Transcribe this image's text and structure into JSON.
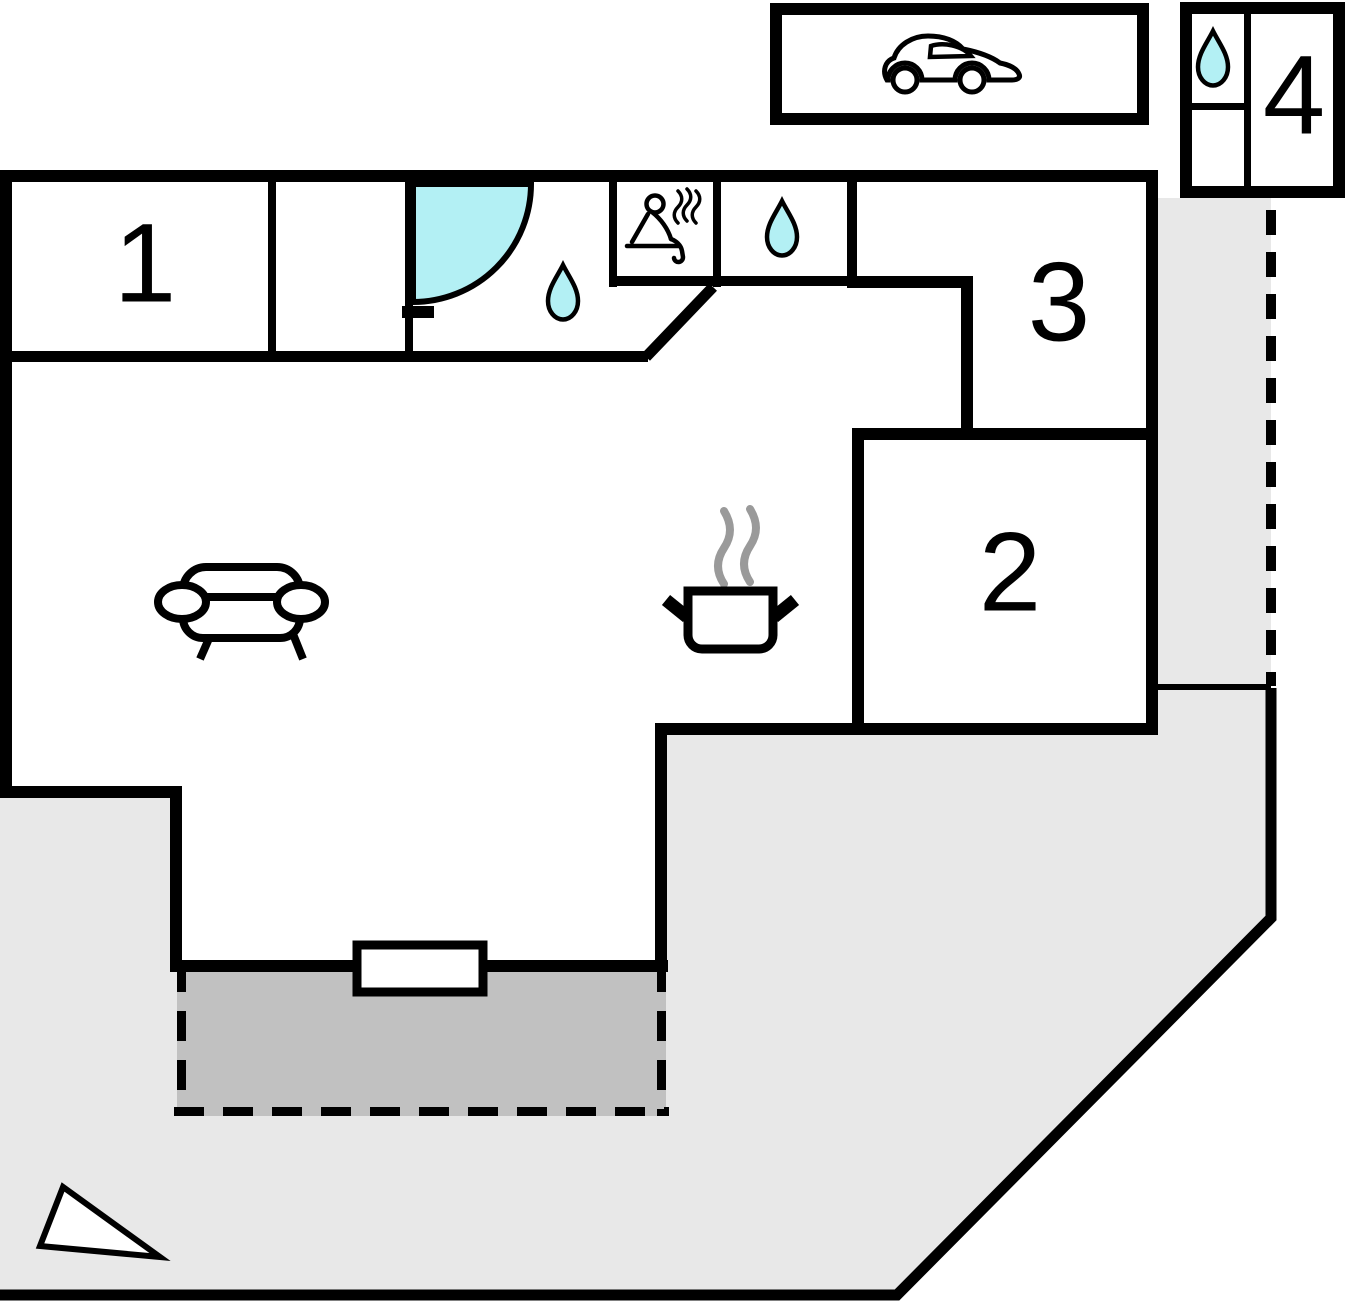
{
  "rooms": {
    "labels": [
      "1",
      "2",
      "3",
      "4"
    ]
  },
  "icons": [
    {
      "name": "car-icon"
    },
    {
      "name": "sauna-icon"
    },
    {
      "name": "water-drop-icon"
    },
    {
      "name": "water-drop-icon"
    },
    {
      "name": "water-drop-icon"
    },
    {
      "name": "sofa-icon"
    },
    {
      "name": "cooking-pot-icon"
    },
    {
      "name": "door-swing-icon"
    },
    {
      "name": "north-arrow-icon"
    }
  ],
  "colors": {
    "wall": "#000000",
    "outdoor": "#e8e8e8",
    "terrace": "#c1c1c1",
    "water": "#b3f0f4",
    "steam": "#9a9a9a",
    "bg": "#ffffff"
  }
}
